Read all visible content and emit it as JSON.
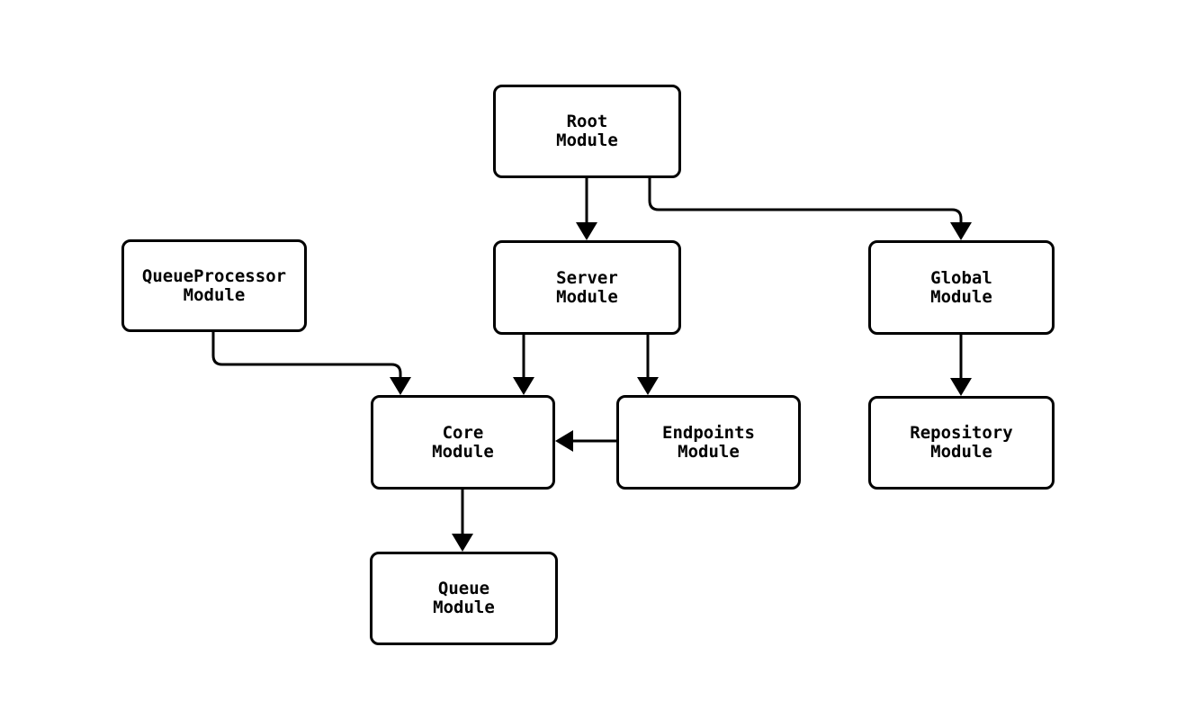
{
  "diagram": {
    "type": "flowchart",
    "direction": "top-down",
    "colors": {
      "node_fill": "#ffffff",
      "node_stroke": "#000000",
      "edge_stroke": "#000000",
      "text": "#000000",
      "background": "#ffffff"
    },
    "nodes": [
      {
        "id": "root",
        "line1": "Root",
        "line2": "Module"
      },
      {
        "id": "server",
        "line1": "Server",
        "line2": "Module"
      },
      {
        "id": "queueprocessor",
        "line1": "QueueProcessor",
        "line2": "Module"
      },
      {
        "id": "global",
        "line1": "Global",
        "line2": "Module"
      },
      {
        "id": "core",
        "line1": "Core",
        "line2": "Module"
      },
      {
        "id": "endpoints",
        "line1": "Endpoints",
        "line2": "Module"
      },
      {
        "id": "repository",
        "line1": "Repository",
        "line2": "Module"
      },
      {
        "id": "queue",
        "line1": "Queue",
        "line2": "Module"
      }
    ],
    "edges": [
      {
        "from": "Root Module",
        "to": "Server Module"
      },
      {
        "from": "Root Module",
        "to": "Global Module"
      },
      {
        "from": "QueueProcessor Module",
        "to": "Core Module"
      },
      {
        "from": "Server Module",
        "to": "Core Module"
      },
      {
        "from": "Server Module",
        "to": "Endpoints Module"
      },
      {
        "from": "Endpoints Module",
        "to": "Core Module"
      },
      {
        "from": "Global Module",
        "to": "Repository Module"
      },
      {
        "from": "Core Module",
        "to": "Queue Module"
      }
    ]
  }
}
